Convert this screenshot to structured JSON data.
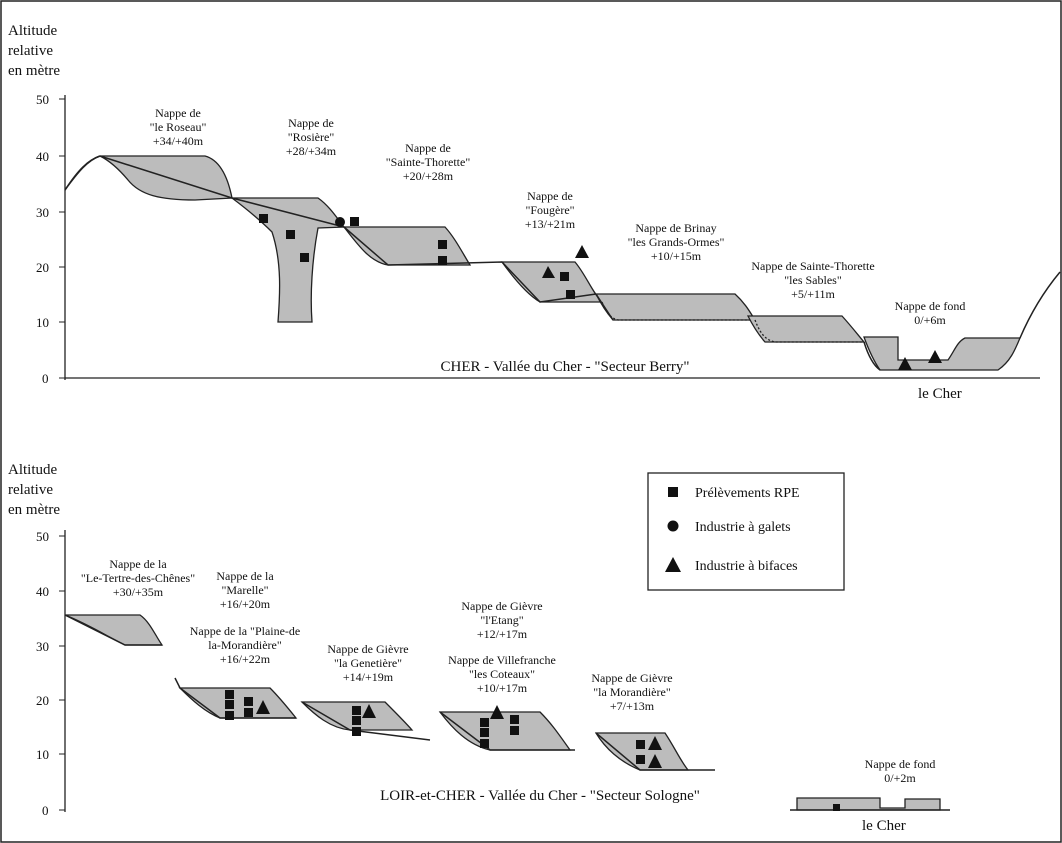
{
  "top": {
    "axis_label": [
      "Altitude",
      "relative",
      "en mètre"
    ],
    "ticks": [
      "50",
      "40",
      "30",
      "20",
      "10",
      "0"
    ],
    "caption": "CHER - Vallée du Cher - \"Secteur Berry\"",
    "river": "le Cher",
    "nappes": [
      [
        "Nappe de",
        "\"le Roseau\"",
        "+34/+40m"
      ],
      [
        "Nappe de",
        "\"Rosière\"",
        "+28/+34m"
      ],
      [
        "Nappe de",
        "\"Sainte-Thorette\"",
        "+20/+28m"
      ],
      [
        "Nappe de",
        "\"Fougère\"",
        "+13/+21m"
      ],
      [
        "Nappe de Brinay",
        "\"les Grands-Ormes\"",
        "+10/+15m"
      ],
      [
        "Nappe de Sainte-Thorette",
        "\"les Sables\"",
        "+5/+11m"
      ],
      [
        "Nappe de fond",
        "0/+6m"
      ]
    ]
  },
  "bottom": {
    "axis_label": [
      "Altitude",
      "relative",
      "en mètre"
    ],
    "ticks": [
      "50",
      "40",
      "30",
      "20",
      "10",
      "0"
    ],
    "caption": "LOIR-et-CHER - Vallée du Cher - \"Secteur Sologne\"",
    "river": "le Cher",
    "nappes": [
      [
        "Nappe de la",
        "\"Le-Tertre-des-Chênes\"",
        "+30/+35m"
      ],
      [
        "Nappe de la",
        "\"Marelle\"",
        "+16/+20m"
      ],
      [
        "Nappe de la \"Plaine-de",
        "la-Morandière\"",
        "+16/+22m"
      ],
      [
        "Nappe de Gièvre",
        "\"la Genetière\"",
        "+14/+19m"
      ],
      [
        "Nappe de Gièvre",
        "\"l'Etang\"",
        "+12/+17m"
      ],
      [
        "Nappe de Villefranche",
        "\"les Coteaux\"",
        "+10/+17m"
      ],
      [
        "Nappe de Gièvre",
        "\"la Morandière\"",
        "+7/+13m"
      ],
      [
        "Nappe de fond",
        "0/+2m"
      ]
    ]
  },
  "legend": {
    "items": [
      {
        "symbol": "square",
        "label": "Prélèvements RPE"
      },
      {
        "symbol": "circle",
        "label": "Industrie à galets"
      },
      {
        "symbol": "triangle",
        "label": "Industrie à bifaces"
      }
    ]
  }
}
